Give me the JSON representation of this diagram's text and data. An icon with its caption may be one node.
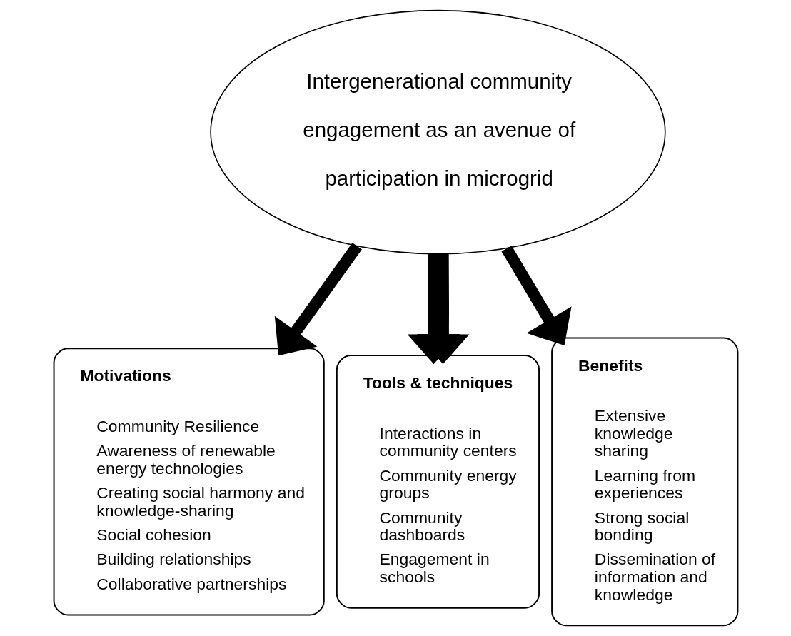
{
  "diagram": {
    "nodes": [
      {
        "text": [
          "Intergenerational community engagement as an avenue of participation in microgrid"
        ]
      },
      {
        "text": [
          "Motivations",
          "Community Resilience",
          "Awareness of renewable energy technologies",
          "Creating social harmony and knowledge-sharing",
          "Social cohesion",
          "Building relationships",
          "Collaborative partnerships"
        ]
      },
      {
        "text": [
          "Tools & techniques",
          "Interactions in community centers",
          "Community energy groups",
          "Community dashboards",
          "Engagement in schools"
        ]
      },
      {
        "text": [
          "Benefits",
          "Extensive knowledge sharing",
          "Learning from experiences",
          "Strong social bonding",
          "Dissemination of information and knowledge"
        ]
      }
    ],
    "edges": [
      {
        "from": 0,
        "to": 1,
        "arrow": "to"
      },
      {
        "from": 0,
        "to": 2,
        "arrow": "to"
      },
      {
        "from": 0,
        "to": 2,
        "arrow": "to"
      },
      {
        "from": 0,
        "to": 3,
        "arrow": "to"
      }
    ]
  }
}
